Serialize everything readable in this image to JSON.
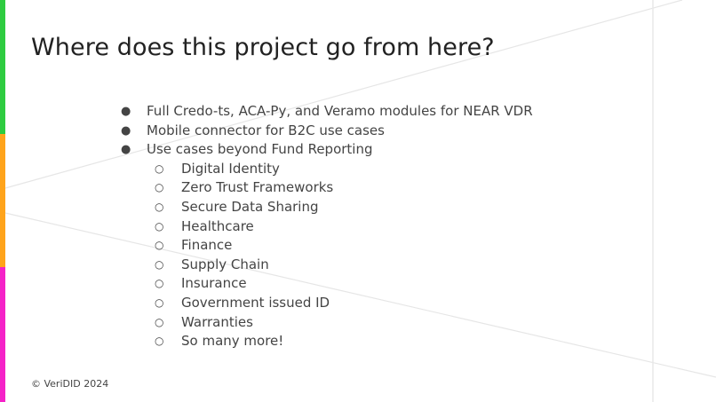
{
  "slide": {
    "title": "Where does this project go from here?",
    "accent_colors": [
      "#2ECC40",
      "#FFA41B",
      "#F522C8"
    ],
    "bullets": [
      {
        "marker": "●",
        "text": "Full Credo-ts, ACA-Py, and Veramo modules for NEAR VDR"
      },
      {
        "marker": "●",
        "text": "Mobile connector for B2C use cases"
      },
      {
        "marker": "●",
        "text": "Use cases beyond Fund Reporting"
      }
    ],
    "sub_bullets": [
      {
        "marker": "○",
        "text": "Digital Identity"
      },
      {
        "marker": "○",
        "text": "Zero Trust Frameworks"
      },
      {
        "marker": "○",
        "text": "Secure Data Sharing"
      },
      {
        "marker": "○",
        "text": "Healthcare"
      },
      {
        "marker": "○",
        "text": "Finance"
      },
      {
        "marker": "○",
        "text": "Supply Chain"
      },
      {
        "marker": "○",
        "text": "Insurance"
      },
      {
        "marker": "○",
        "text": "Government issued ID"
      },
      {
        "marker": "○",
        "text": "Warranties"
      },
      {
        "marker": "○",
        "text": "So many more!"
      }
    ],
    "footer": "© VeriDID 2024"
  }
}
